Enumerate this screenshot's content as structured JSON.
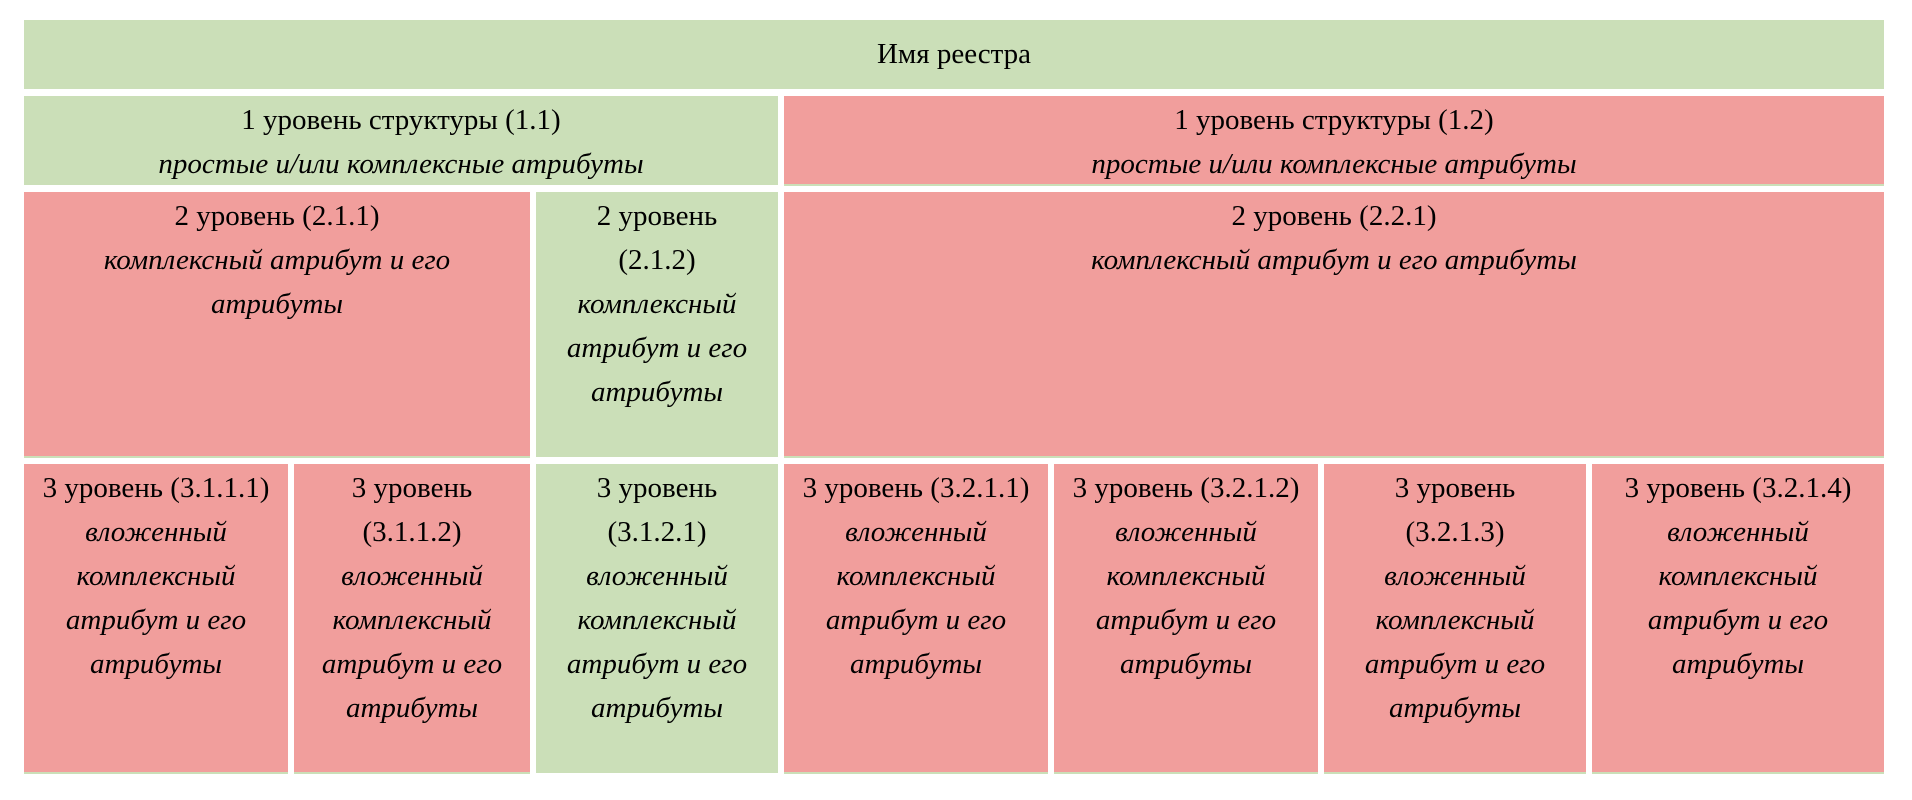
{
  "colors": {
    "green": "#cbdfb8",
    "red": "#f19e9c"
  },
  "root": {
    "title": "Имя реестра",
    "color": "green"
  },
  "level1": [
    {
      "title": "1 уровень структуры (1.1)",
      "desc": "простые и/или комплексные атрибуты",
      "color": "green"
    },
    {
      "title": "1 уровень структуры (1.2)",
      "desc": "простые и/или комплексные атрибуты",
      "color": "red"
    }
  ],
  "level2": [
    {
      "title": "2 уровень (2.1.1)",
      "desc": "комплексный атрибут и его атрибуты",
      "color": "red"
    },
    {
      "title": "2 уровень (2.1.2)",
      "desc": "комплексный атрибут и его атрибуты",
      "color": "green"
    },
    {
      "title": "2 уровень (2.2.1)",
      "desc": "комплексный атрибут и его атрибуты",
      "color": "red"
    }
  ],
  "level3": [
    {
      "title": "3 уровень (3.1.1.1)",
      "desc": "вложенный комплексный атрибут и его атрибуты",
      "color": "red"
    },
    {
      "title": "3 уровень (3.1.1.2)",
      "desc": "вложенный комплексный атрибут и его атрибуты",
      "color": "red"
    },
    {
      "title": "3 уровень (3.1.2.1)",
      "desc": "вложенный комплексный атрибут и его атрибуты",
      "color": "green"
    },
    {
      "title": "3 уровень (3.2.1.1)",
      "desc": "вложенный комплексный атрибут и его атрибуты",
      "color": "red"
    },
    {
      "title": "3 уровень (3.2.1.2)",
      "desc": "вложенный комплексный атрибут и его атрибуты",
      "color": "red"
    },
    {
      "title": "3 уровень (3.2.1.3)",
      "desc": "вложенный комплексный атрибут и его атрибуты",
      "color": "red"
    },
    {
      "title": "3 уровень (3.2.1.4)",
      "desc": "вложенный комплексный атрибут и его атрибуты",
      "color": "red"
    }
  ]
}
